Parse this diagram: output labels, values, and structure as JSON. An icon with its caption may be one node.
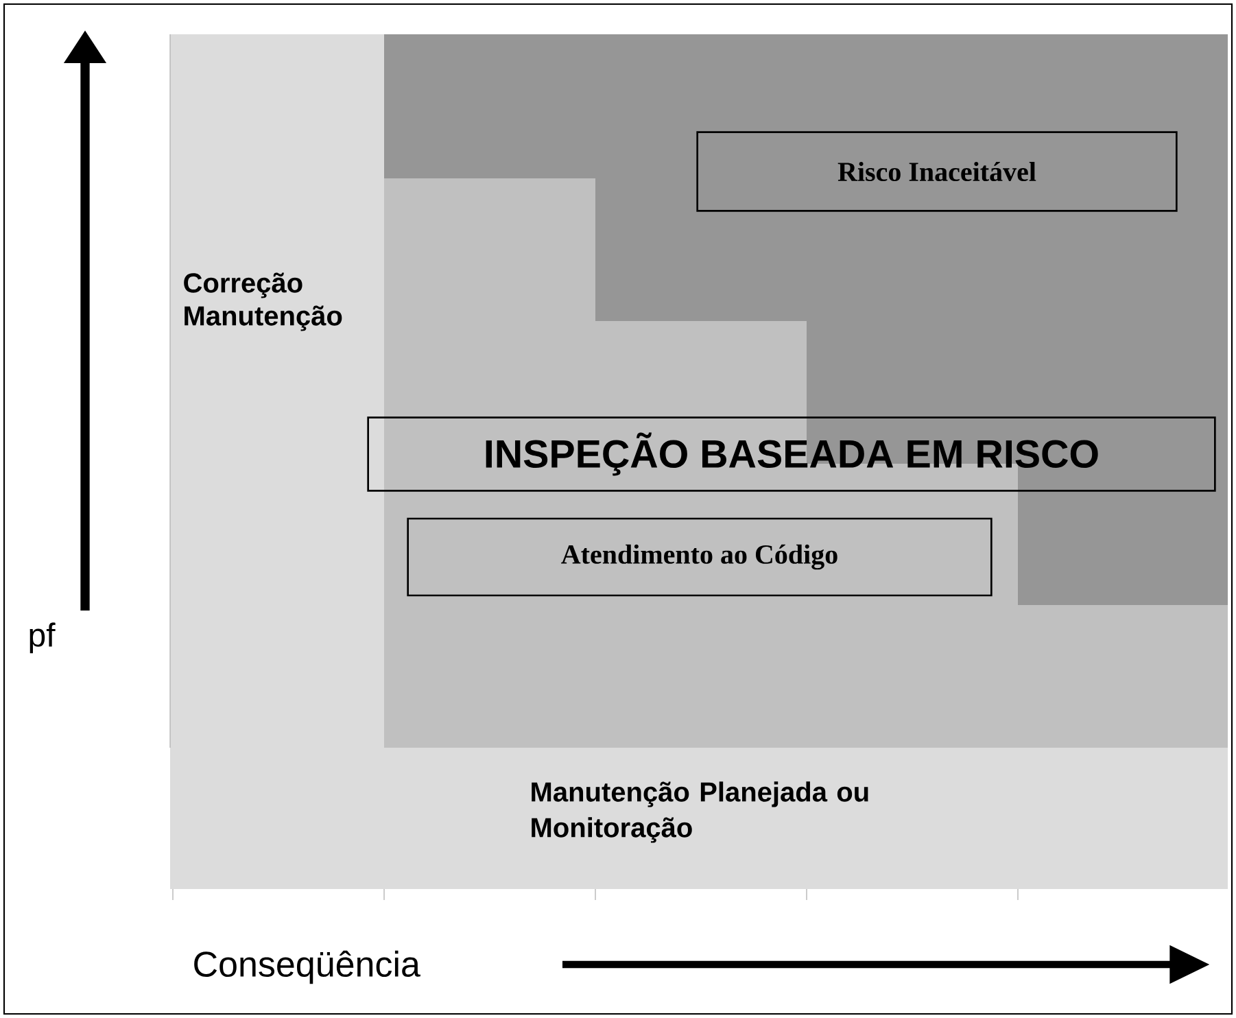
{
  "diagram": {
    "nodes": [
      {
        "text": [
          "Risco Inaceitável"
        ]
      },
      {
        "text": [
          "INSPEÇÃO BASEADA EM RISCO"
        ]
      },
      {
        "text": [
          "Atendimento ao Código"
        ]
      }
    ],
    "labels": [
      "pf",
      "Correção Manutenção",
      "Manutenção Planejada ou Monitoração",
      "Conseqüência"
    ]
  }
}
